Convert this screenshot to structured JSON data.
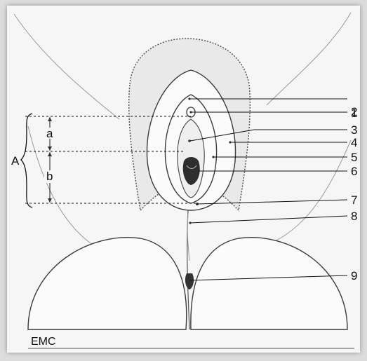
{
  "labels": {
    "numbers": [
      "1",
      "2",
      "3",
      "4",
      "5",
      "6",
      "7",
      "8",
      "9"
    ],
    "segment_a": "a",
    "segment_b": "b",
    "segment_A": "A",
    "credit": "EMC"
  }
}
